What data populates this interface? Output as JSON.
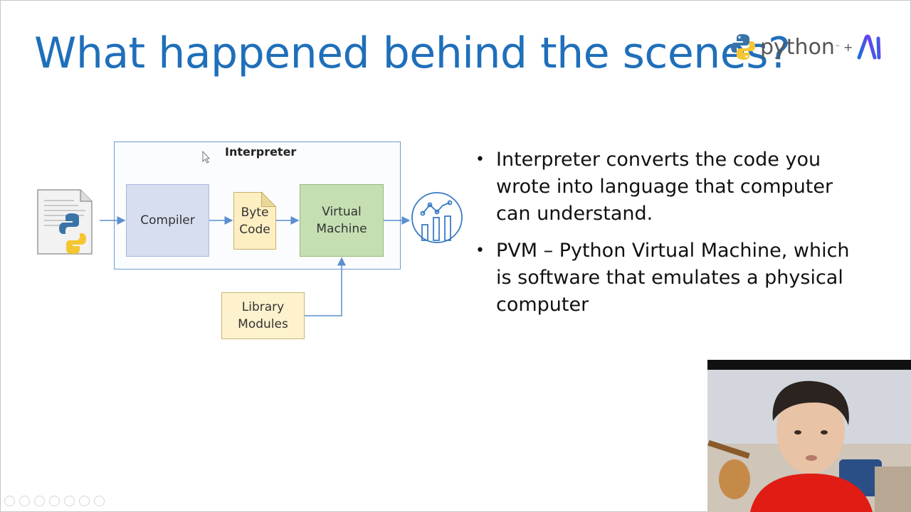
{
  "slide": {
    "title": "What happened behind the scenes?",
    "brand": {
      "text": "python",
      "trademark": "™",
      "plus": "+",
      "logo_icon": "python-logo-icon",
      "ai_icon": "ai-logo-icon"
    }
  },
  "diagram": {
    "interpreter_label": "Interpreter",
    "compiler_label": "Compiler",
    "bytecode_label": "Byte\nCode",
    "vm_label": "Virtual\nMachine",
    "library_label": "Library\nModules",
    "source_icon": "python-file-icon",
    "output_icon": "analytics-chart-icon"
  },
  "bullets": [
    "Interpreter converts the code you wrote into language that computer can understand.",
    "PVM – Python Virtual Machine, which is software that emulates a physical computer"
  ],
  "colors": {
    "title": "#1f6fba",
    "arrow": "#5b8fcf",
    "compiler": "#d7def0",
    "vm": "#c5dfb3",
    "bytecode": "#fdefc2",
    "library": "#fdf2cd"
  },
  "toolbar": {
    "icons": [
      "prev-icon",
      "next-icon",
      "pen-icon",
      "slides-icon",
      "zoom-icon",
      "subtitles-icon",
      "more-icon"
    ]
  }
}
